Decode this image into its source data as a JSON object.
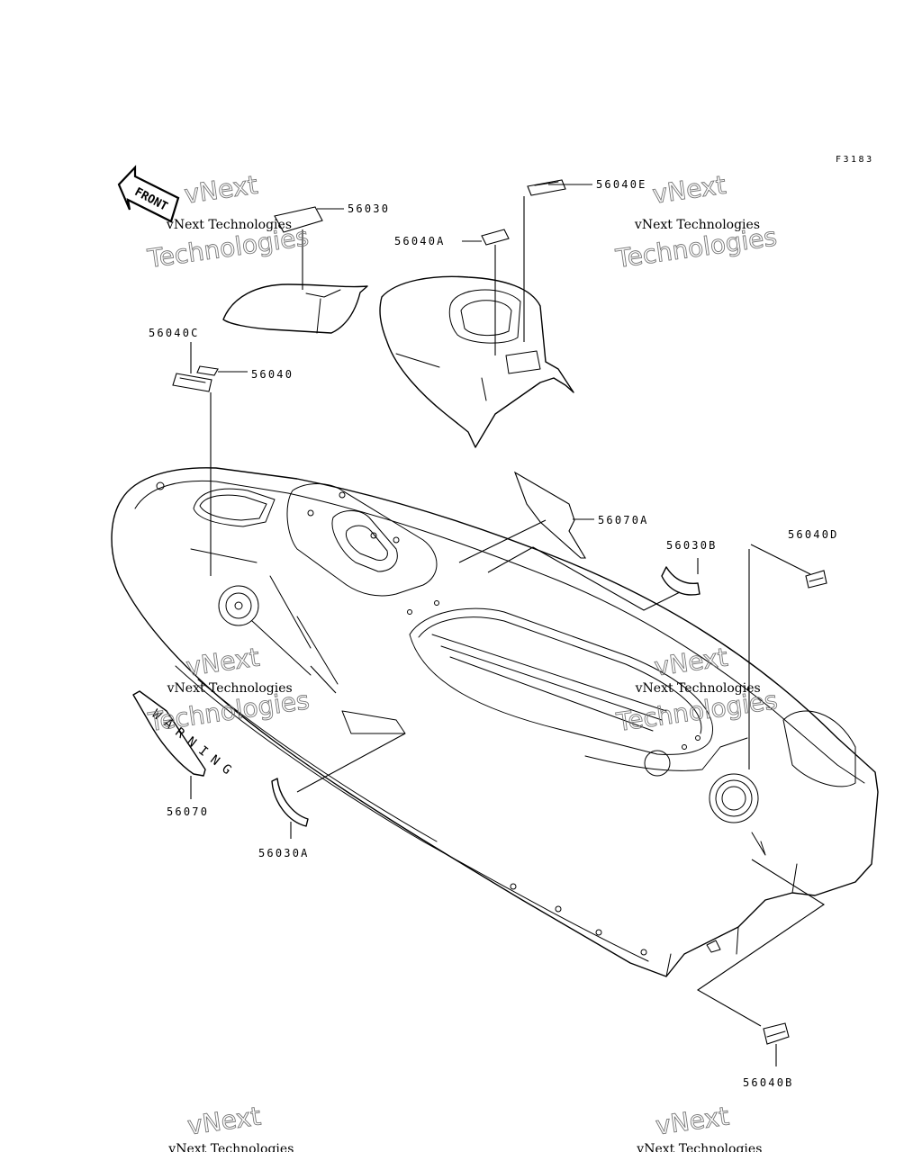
{
  "diagram": {
    "ref_code": "F3183",
    "front_arrow_label": "FRONT",
    "warning_decal_text": "WARNING",
    "parts": [
      {
        "id": "p56030",
        "label": "56030"
      },
      {
        "id": "p56040E",
        "label": "56040E"
      },
      {
        "id": "p56040A",
        "label": "56040A"
      },
      {
        "id": "p56040C",
        "label": "56040C"
      },
      {
        "id": "p56040",
        "label": "56040"
      },
      {
        "id": "p56070A",
        "label": "56070A"
      },
      {
        "id": "p56030B",
        "label": "56030B"
      },
      {
        "id": "p56040D",
        "label": "56040D"
      },
      {
        "id": "p56070",
        "label": "56070"
      },
      {
        "id": "p56030A",
        "label": "56030A"
      },
      {
        "id": "p56040B",
        "label": "56040B"
      }
    ],
    "watermark": {
      "line1": "vNext Technologies",
      "line2": "vNext",
      "line3": "Technologies"
    }
  }
}
